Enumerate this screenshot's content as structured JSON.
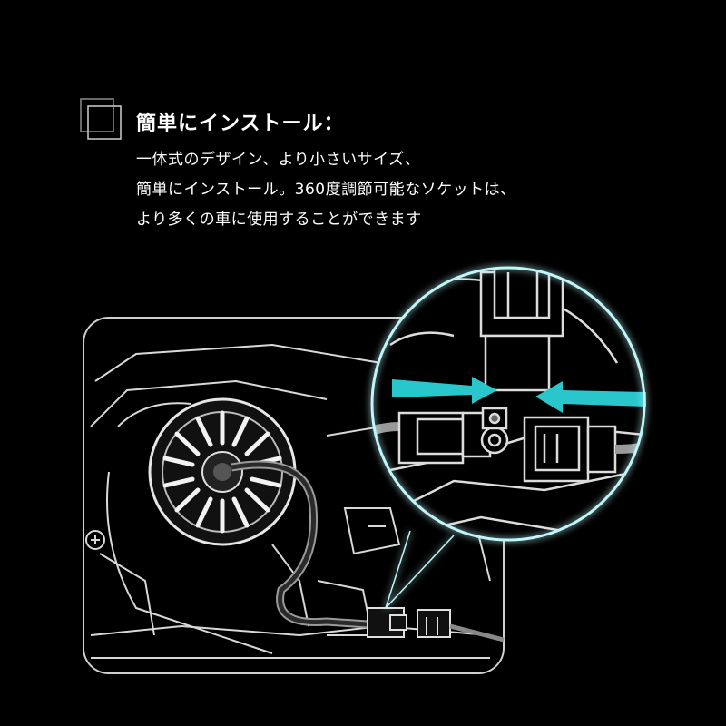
{
  "heading": "簡単にインストール：",
  "body_lines": [
    "一体式のデザイン、より小さいサイズ、",
    "簡単にインストール。360度調節可能なソケットは、",
    "より多くの車に使用することができます"
  ],
  "colors": {
    "background": "#000000",
    "accent_arrow": "#29c6cc",
    "glow": "#7fe8f0",
    "line_art": "#ffffff"
  },
  "icons": [
    "square-badge-icon",
    "led-bulb-icon",
    "connector-icon",
    "arrow-right-icon",
    "arrow-left-icon"
  ]
}
